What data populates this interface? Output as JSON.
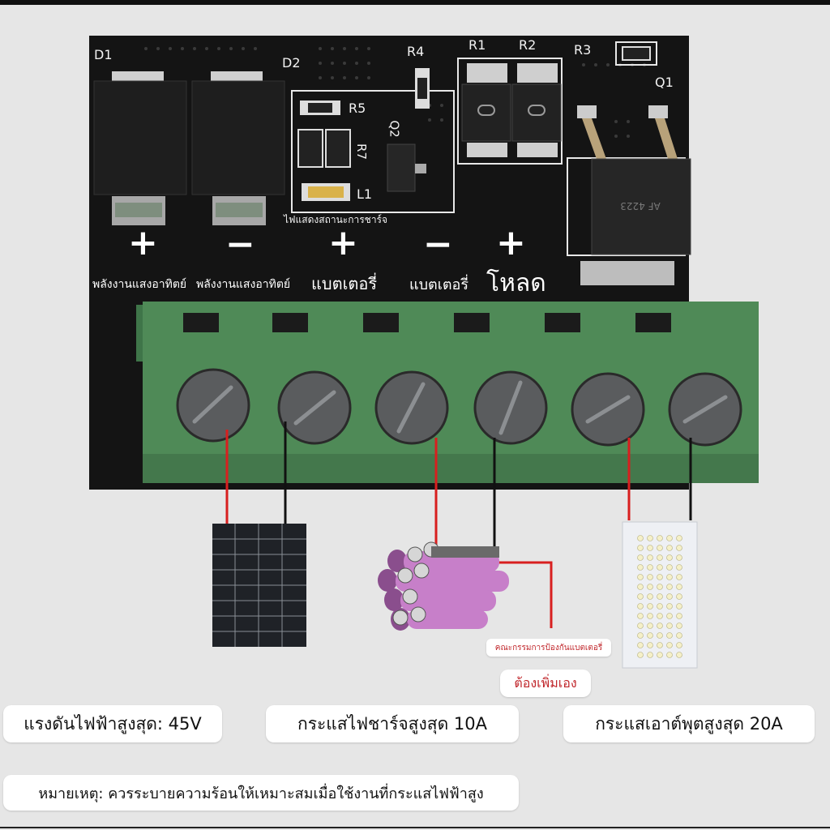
{
  "board": {
    "components": [
      "D1",
      "D2",
      "R4",
      "R1",
      "R2",
      "R3",
      "R5",
      "Q2",
      "R7",
      "L1",
      "Q1"
    ],
    "status_led_label": "ไฟแสดงสถานะการชาร์จ"
  },
  "terminals": [
    {
      "sign": "+",
      "label": "พลังงานแสงอาทิตย์"
    },
    {
      "sign": "−",
      "label": "พลังงานแสงอาทิตย์"
    },
    {
      "sign": "+",
      "label": "แบตเตอรี่"
    },
    {
      "sign": "−",
      "label": "แบตเตอรี่"
    },
    {
      "sign": "+",
      "label": "โหลด"
    }
  ],
  "protection_board": {
    "label": "คณะกรรมการป้องกันแบตเตอรี่",
    "note": "ต้องเพิ่มเอง"
  },
  "specs": {
    "max_voltage": "แรงดันไฟฟ้าสูงสุด: 45V",
    "max_charge_current": "กระแสไฟชาร์จสูงสุด 10A",
    "max_output_current": "กระแสเอาต์พุตสูงสุด 20A"
  },
  "remark": "หมายเหตุ: ควรระบายความร้อนให้เหมาะสมเมื่อใช้งานที่กระแสไฟฟ้าสูง",
  "colors": {
    "pcb": "#141414",
    "terminal_block": "#4f8a57",
    "wire_red": "#d81f1f",
    "wire_black": "#111111",
    "battery_cell": "#c77fc9",
    "led_panel": "#eef0f4"
  }
}
